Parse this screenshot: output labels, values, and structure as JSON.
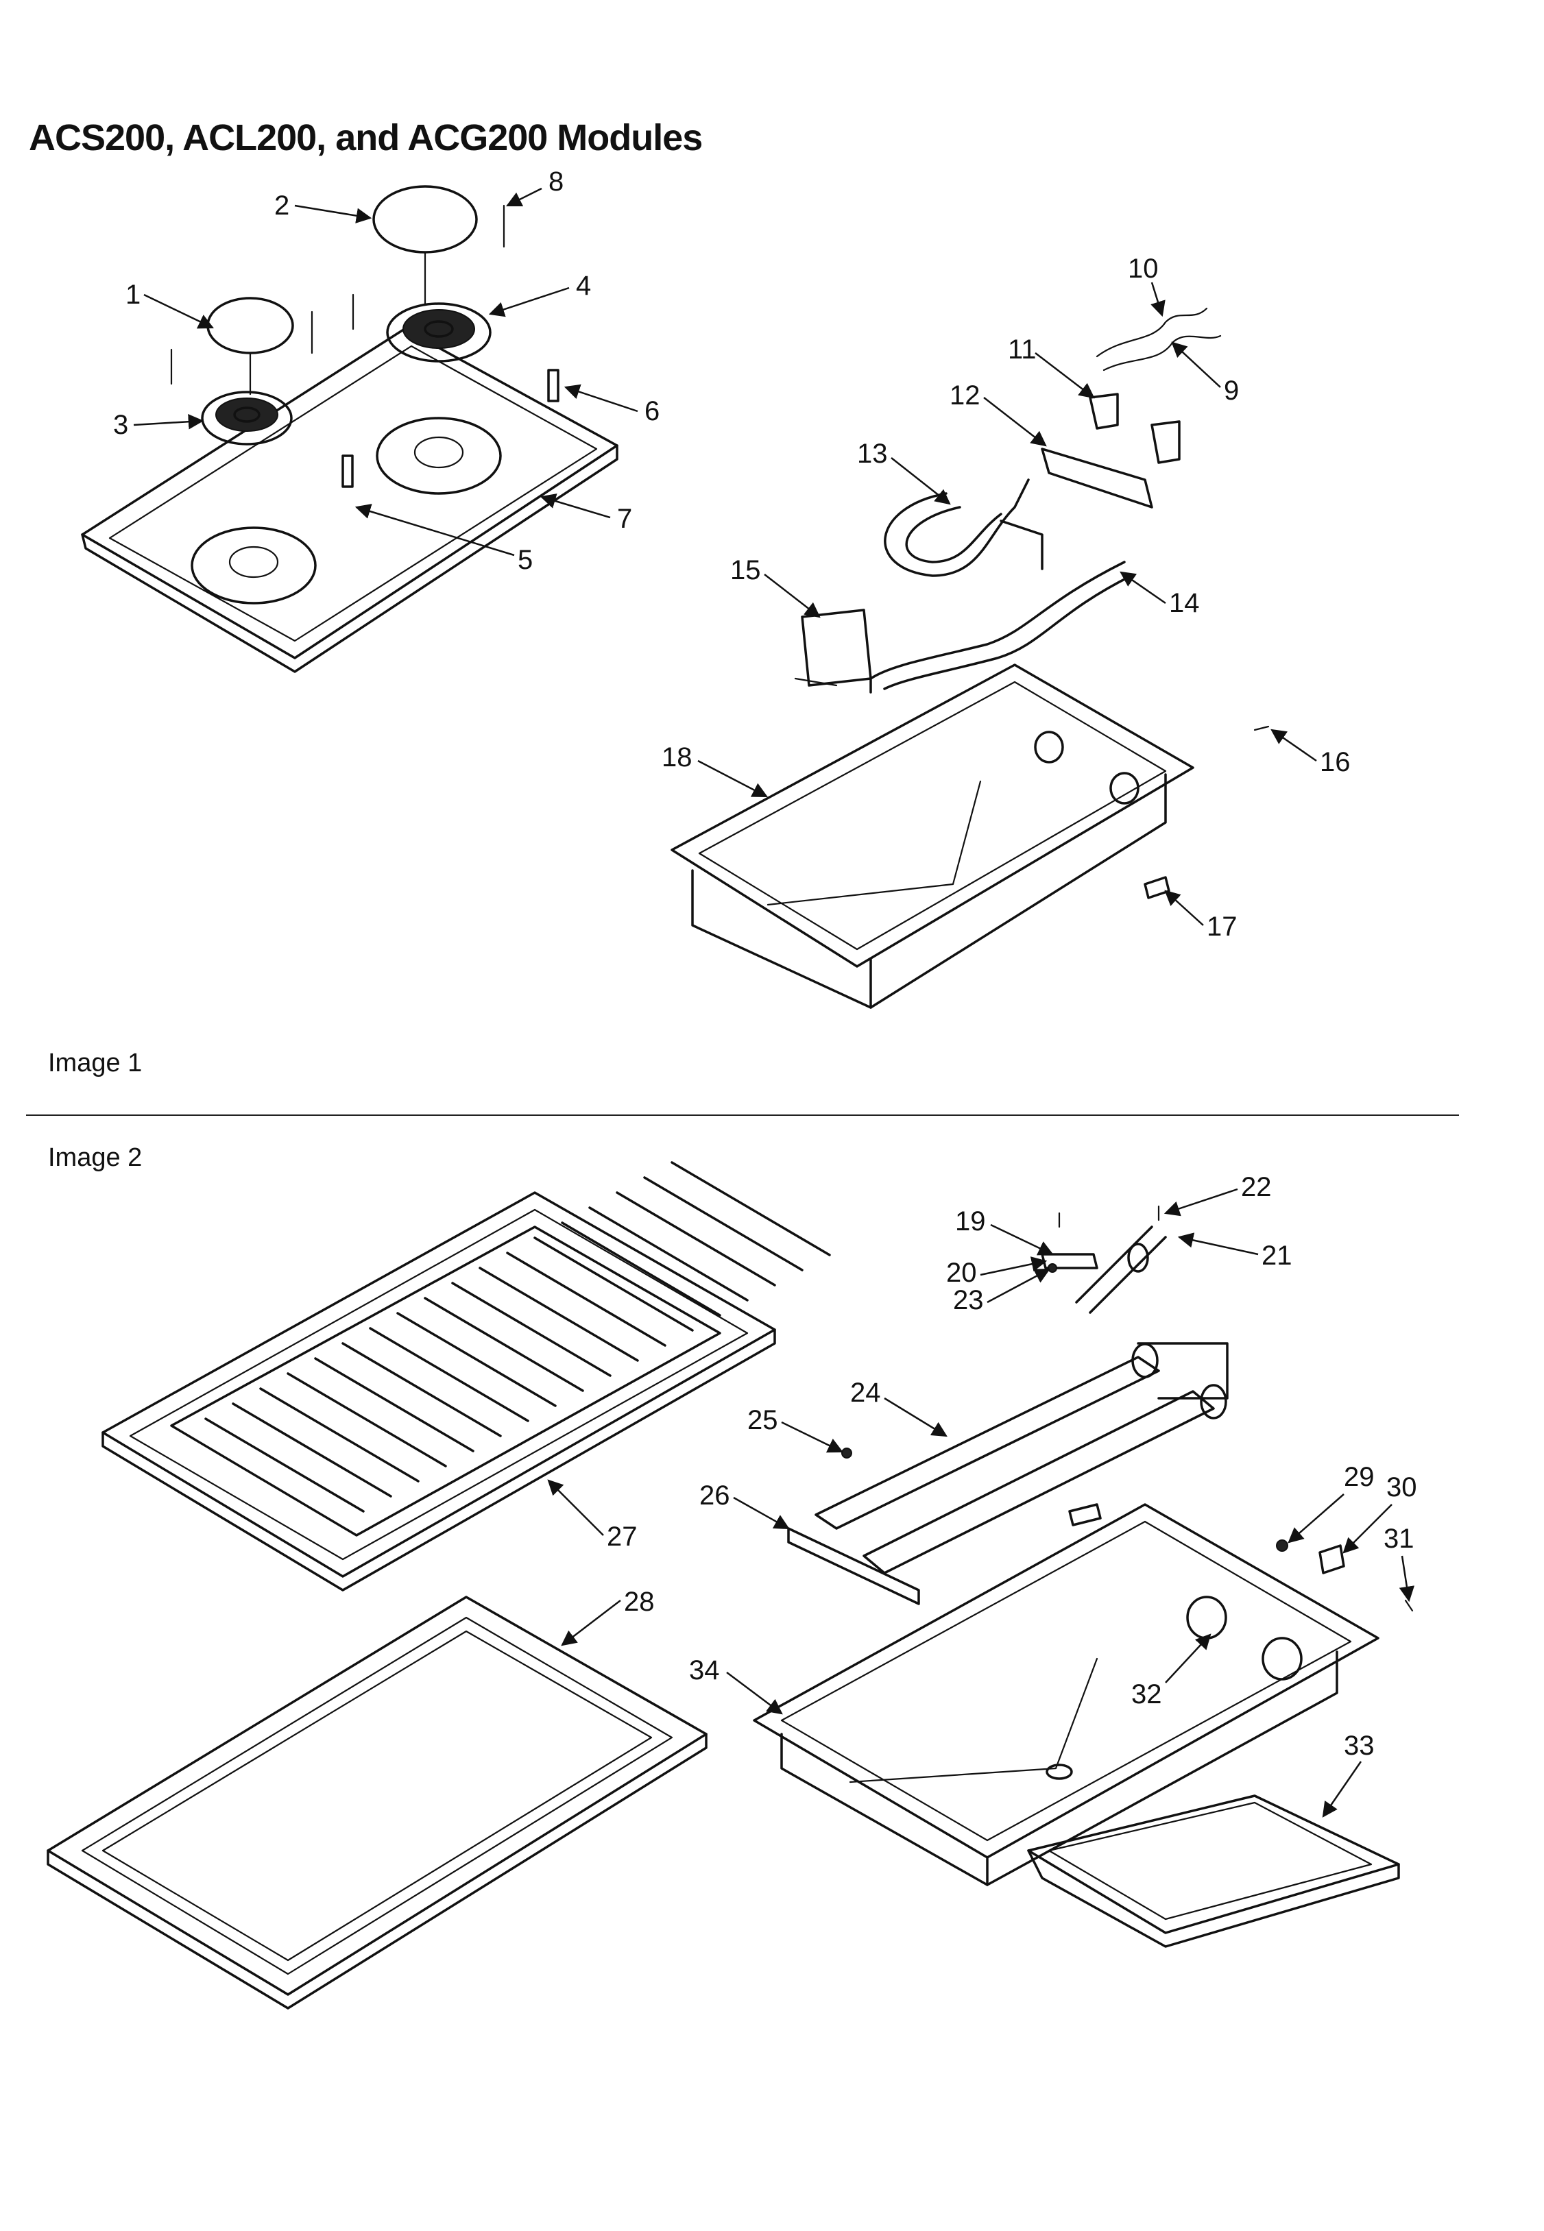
{
  "title": "ACS200, ACL200, and ACG200 Modules",
  "image_captions": {
    "image1": "Image 1",
    "image2": "Image 2"
  },
  "part_numbers": [
    "1",
    "2",
    "3",
    "4",
    "5",
    "6",
    "7",
    "8",
    "9",
    "10",
    "11",
    "12",
    "13",
    "14",
    "15",
    "16",
    "17",
    "18",
    "19",
    "20",
    "21",
    "22",
    "23",
    "24",
    "25",
    "26",
    "27",
    "28",
    "29",
    "30",
    "31",
    "32",
    "33",
    "34"
  ]
}
